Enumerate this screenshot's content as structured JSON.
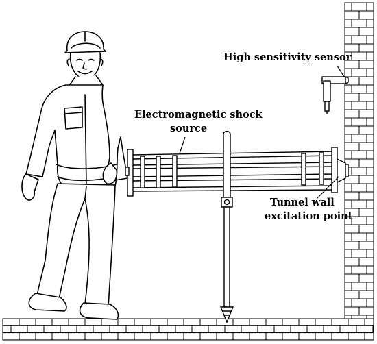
{
  "labels": {
    "sensor": "High sensitivity sensor",
    "source_line1": "Electromagnetic shock",
    "source_line2": "source",
    "excitation_line1": "Tunnel wall",
    "excitation_line2": "excitation point"
  },
  "icons": [
    "worker-figure",
    "shock-source-device",
    "sensor-icon",
    "support-rod",
    "brick-wall",
    "brick-floor"
  ],
  "colors": {
    "stroke": "#000000",
    "background": "#ffffff"
  }
}
